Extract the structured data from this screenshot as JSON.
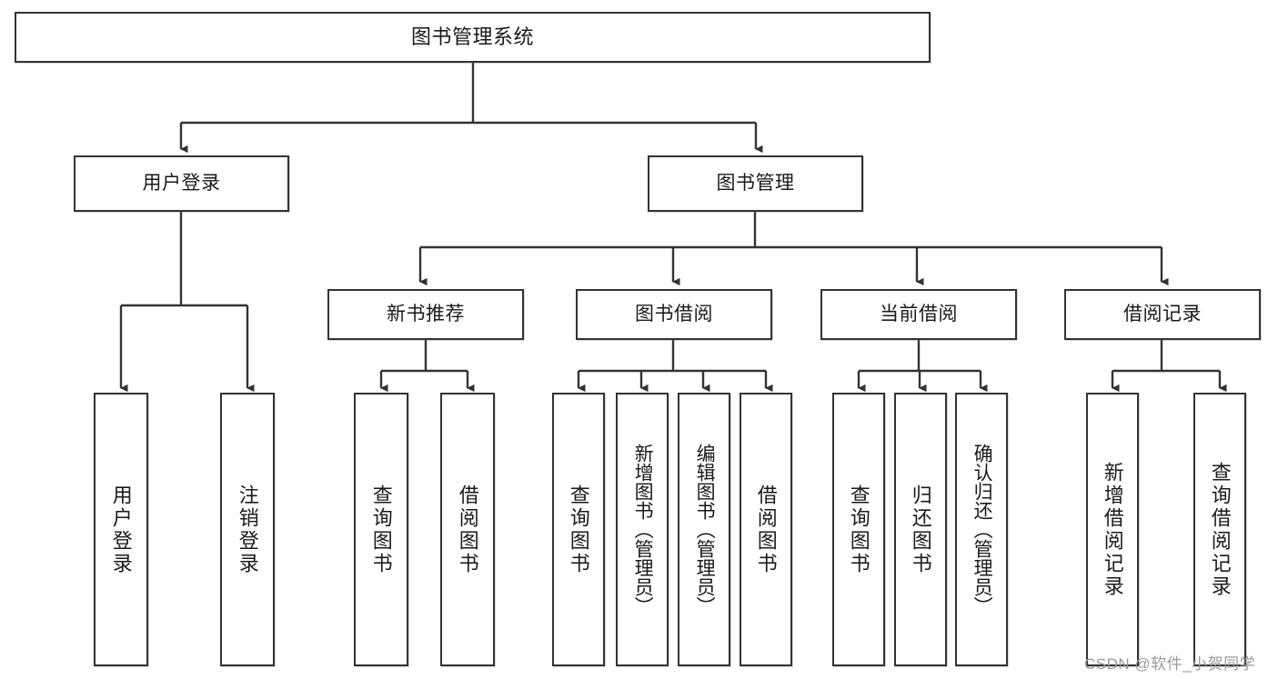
{
  "diagram": {
    "title": "图书管理系统",
    "type": "tree",
    "stroke_color": "#333333",
    "background_color": "#ffffff",
    "text_color": "#1a1a1a"
  },
  "root": {
    "label": "图书管理系统"
  },
  "level2": [
    {
      "label": "用户登录"
    },
    {
      "label": "图书管理"
    }
  ],
  "level3": [
    {
      "label": "新书推荐"
    },
    {
      "label": "图书借阅"
    },
    {
      "label": "当前借阅"
    },
    {
      "label": "借阅记录"
    }
  ],
  "leaves": {
    "user_login": [
      {
        "label": "用户登录"
      },
      {
        "label": "注销登录"
      }
    ],
    "new_book": [
      {
        "label": "查询图书"
      },
      {
        "label": "借阅图书"
      }
    ],
    "book_borrow": [
      {
        "label": "查询图书"
      },
      {
        "label": "新增图书（管理员）"
      },
      {
        "label": "编辑图书（管理员）"
      },
      {
        "label": "借阅图书"
      }
    ],
    "current_borrow": [
      {
        "label": "查询图书"
      },
      {
        "label": "归还图书"
      },
      {
        "label": "确认归还（管理员）"
      }
    ],
    "borrow_record": [
      {
        "label": "新增借阅记录"
      },
      {
        "label": "查询借阅记录"
      }
    ]
  },
  "watermark": {
    "text": "CSDN @软件_小贺同学"
  }
}
